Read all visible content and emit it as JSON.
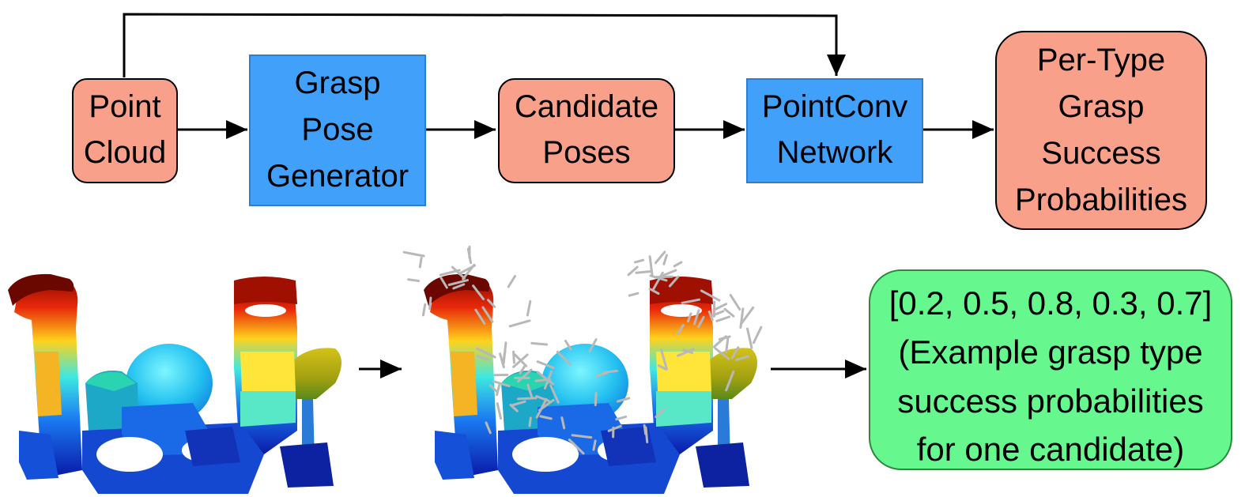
{
  "nodes": {
    "point_cloud": {
      "lines": [
        "Point",
        "Cloud"
      ],
      "fill": "#F8A08A"
    },
    "grasp_pose_generator": {
      "lines": [
        "Grasp",
        "Pose",
        "Generator"
      ],
      "fill": "#41A0FA"
    },
    "candidate_poses": {
      "lines": [
        "Candidate",
        "Poses"
      ],
      "fill": "#F8A08A"
    },
    "pointconv_network": {
      "lines": [
        "PointConv",
        "Network"
      ],
      "fill": "#41A0FA"
    },
    "output_probabilities": {
      "lines": [
        "Per-Type",
        "Grasp",
        "Success",
        "Probabilities"
      ],
      "fill": "#F8A08A"
    }
  },
  "example_output": {
    "lines": [
      "[0.2, 0.5, 0.8, 0.3, 0.7]",
      "(Example grasp type",
      "success probabilities",
      "for one candidate)"
    ],
    "fill": "#66F88E"
  },
  "images": {
    "point_cloud_render": "point-cloud-scene",
    "candidate_grasps_render": "point-cloud-scene-with-grasp-candidates"
  },
  "colors": {
    "arrow": "#000000",
    "grasp_lines": "#B8B8B8"
  }
}
